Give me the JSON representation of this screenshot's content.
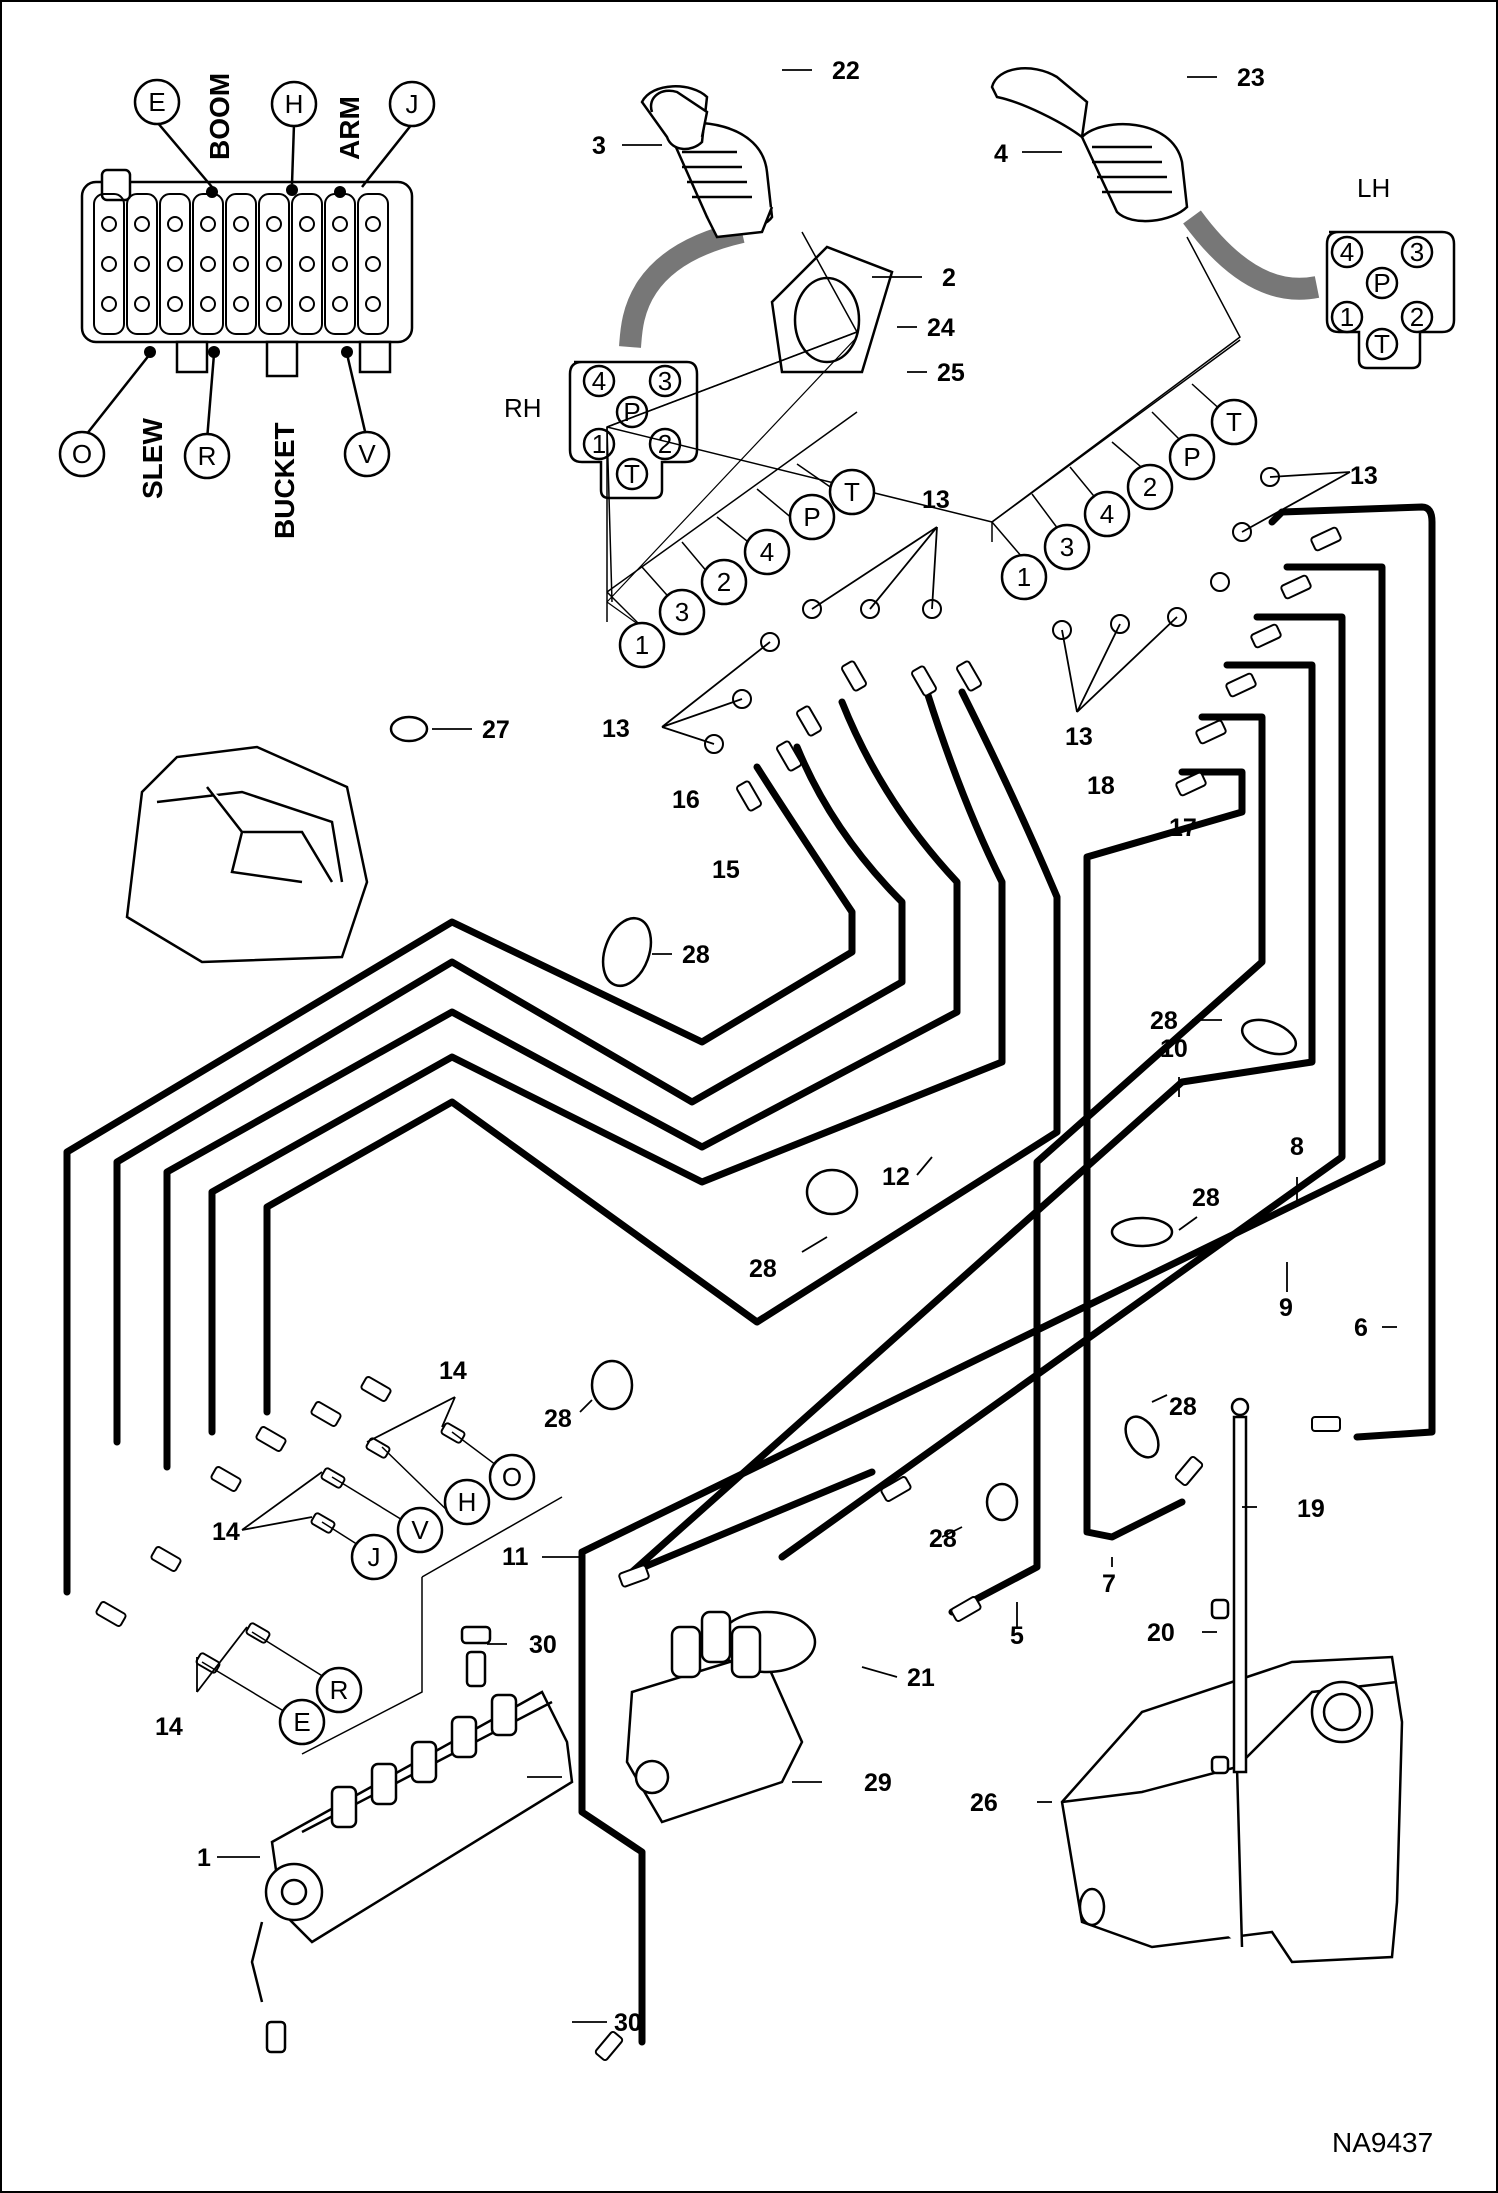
{
  "diagram": {
    "drawing_id": "NA9437",
    "valve_legend": {
      "top_ports": [
        "E",
        "H",
        "J"
      ],
      "top_names": [
        "BOOM",
        "ARM"
      ],
      "bottom_ports": [
        "O",
        "R",
        "V"
      ],
      "bottom_names": [
        "SLEW",
        "BUCKET"
      ]
    },
    "rh_connector": {
      "label": "RH",
      "pins": [
        "4",
        "3",
        "P",
        "1",
        "2",
        "T"
      ]
    },
    "lh_connector": {
      "label": "LH",
      "pins": [
        "4",
        "3",
        "P",
        "1",
        "2",
        "T"
      ]
    },
    "rh_port_row": [
      "1",
      "3",
      "2",
      "4",
      "P",
      "T"
    ],
    "lh_port_row": [
      "1",
      "3",
      "4",
      "2",
      "P",
      "T"
    ],
    "lower_port_row": [
      "O",
      "H",
      "V",
      "J",
      "R",
      "E"
    ],
    "callouts": [
      "1",
      "2",
      "3",
      "4",
      "5",
      "6",
      "7",
      "8",
      "9",
      "10",
      "11",
      "12",
      "13",
      "13",
      "13",
      "13",
      "14",
      "14",
      "14",
      "15",
      "16",
      "17",
      "18",
      "19",
      "20",
      "21",
      "22",
      "23",
      "24",
      "25",
      "26",
      "27",
      "28",
      "28",
      "28",
      "28",
      "28",
      "28",
      "28",
      "29",
      "30",
      "30"
    ]
  }
}
